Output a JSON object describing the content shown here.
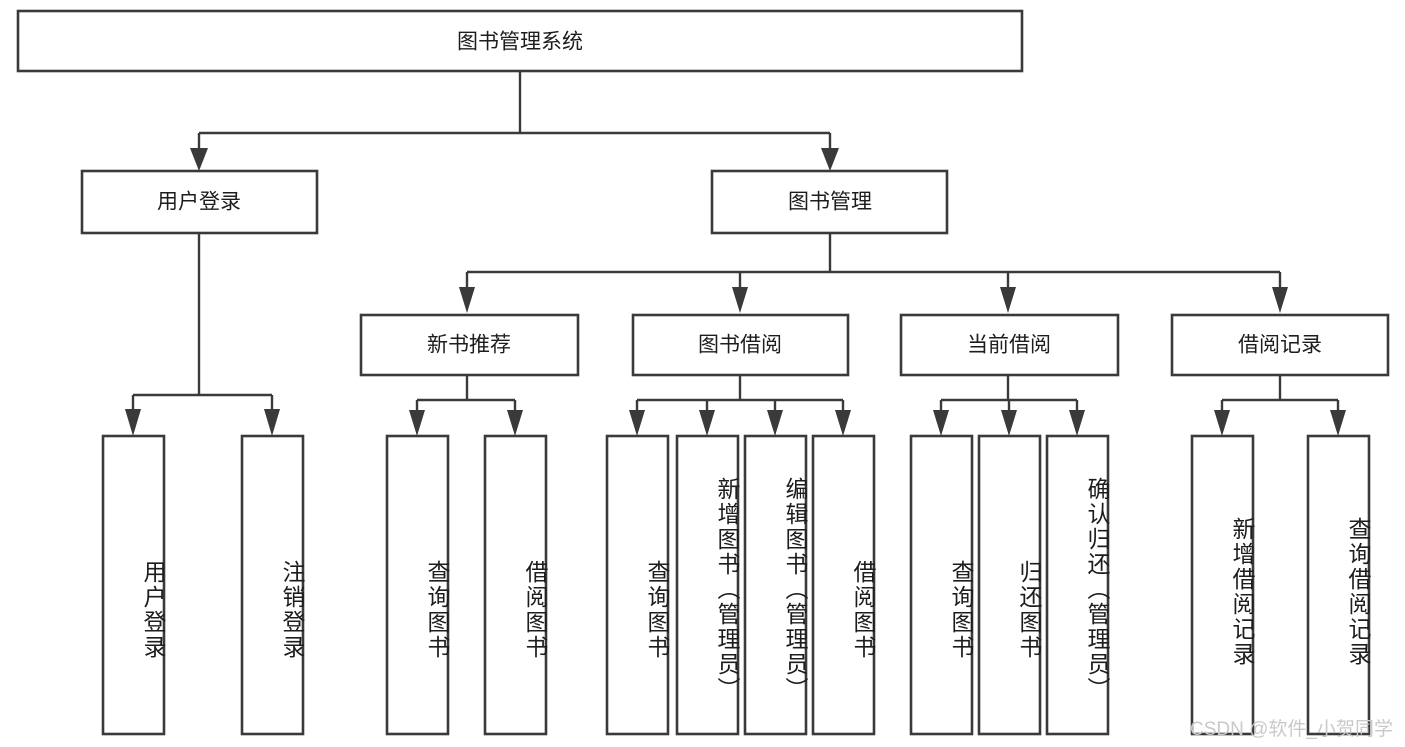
{
  "diagram": {
    "type": "tree",
    "title": "图书管理系统",
    "watermark": "CSDN @软件_小贺同学",
    "levels": {
      "root": {
        "label": "图书管理系统"
      },
      "level2": [
        {
          "id": "user-login",
          "label": "用户登录"
        },
        {
          "id": "book-management",
          "label": "图书管理"
        }
      ],
      "level3": [
        {
          "id": "new-book-recommend",
          "label": "新书推荐",
          "parent": "book-management"
        },
        {
          "id": "book-borrow",
          "label": "图书借阅",
          "parent": "book-management"
        },
        {
          "id": "current-borrow",
          "label": "当前借阅",
          "parent": "book-management"
        },
        {
          "id": "borrow-record",
          "label": "借阅记录",
          "parent": "book-management"
        }
      ],
      "leaves": [
        {
          "id": "leaf-user-login",
          "label": "用户登录",
          "parent": "user-login"
        },
        {
          "id": "leaf-logout-login",
          "label": "注销登录",
          "parent": "user-login"
        },
        {
          "id": "leaf-query-book-1",
          "label": "查询图书",
          "parent": "new-book-recommend"
        },
        {
          "id": "leaf-borrow-book-1",
          "label": "借阅图书",
          "parent": "new-book-recommend"
        },
        {
          "id": "leaf-query-book-2",
          "label": "查询图书",
          "parent": "book-borrow"
        },
        {
          "id": "leaf-add-book",
          "label": "新增图书（管理员）",
          "parent": "book-borrow"
        },
        {
          "id": "leaf-edit-book",
          "label": "编辑图书（管理员）",
          "parent": "book-borrow"
        },
        {
          "id": "leaf-borrow-book-2",
          "label": "借阅图书",
          "parent": "book-borrow"
        },
        {
          "id": "leaf-query-book-3",
          "label": "查询图书",
          "parent": "current-borrow"
        },
        {
          "id": "leaf-return-book",
          "label": "归还图书",
          "parent": "current-borrow"
        },
        {
          "id": "leaf-confirm-return",
          "label": "确认归还（管理员）",
          "parent": "current-borrow"
        },
        {
          "id": "leaf-add-record",
          "label": "新增借阅记录",
          "parent": "borrow-record"
        },
        {
          "id": "leaf-query-record",
          "label": "查询借阅记录",
          "parent": "borrow-record"
        }
      ]
    },
    "colors": {
      "box_stroke": "#3a3a3a",
      "box_fill": "#ffffff",
      "connector": "#3a3a3a",
      "text": "#1d1d1d",
      "watermark": "#c9c9c9",
      "background": "#ffffff"
    }
  }
}
